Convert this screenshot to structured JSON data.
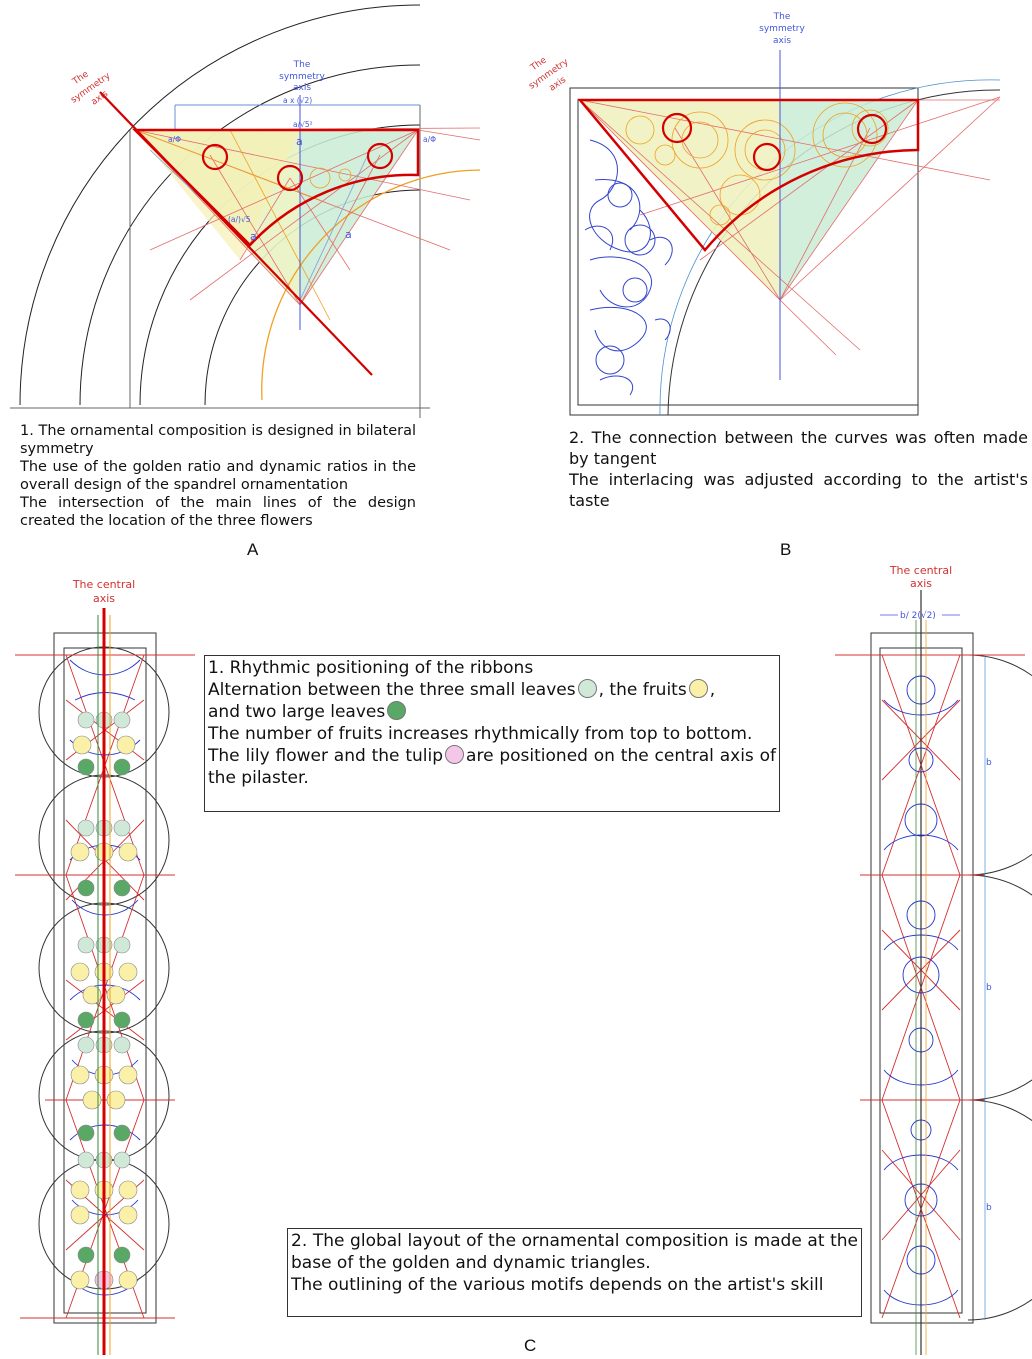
{
  "panel_a": {
    "axis_label": [
      "The",
      "symmetry",
      "axis"
    ],
    "axis_label_left": [
      "The",
      "symmetry",
      "axis"
    ],
    "measure_labels": [
      "a x (√2)",
      "a/√5²",
      "a",
      "a/Φ",
      "a/Φ",
      "a",
      "a",
      "(a/)√5"
    ],
    "caption": [
      "1. The ornamental composition is designed in bilateral symmetry",
      "The use of the golden ratio and dynamic ratios in the overall design of the spandrel ornamentation",
      "The intersection of the main lines of the design created the location of the three flowers"
    ],
    "letter": "A"
  },
  "panel_b": {
    "axis_label_top": [
      "The",
      "symmetry",
      "axis"
    ],
    "axis_label_left": [
      "The",
      "symmetry",
      "axis"
    ],
    "caption": [
      "2. The connection between the curves was often made by tangent",
      "The interlacing was adjusted according to the artist's taste"
    ],
    "letter": "B"
  },
  "panel_c": {
    "left_axis_label": [
      "The central",
      "axis"
    ],
    "right_axis_label": [
      "The central",
      "axis"
    ],
    "right_measure": "b/ 2(√2)",
    "b_labels": [
      "b",
      "b",
      "b"
    ],
    "box1": {
      "title": "1. Rhythmic positioning of the ribbons",
      "line2_a": "Alternation between the three small leaves",
      "line2_b": ", the fruits",
      "line2_c": ",",
      "line3": "and two large leaves",
      "line4": "The number of fruits increases rhythmically from top to bottom.",
      "line5_a": "The lily flower and the tulip",
      "line5_b": "are positioned on the central axis of the pilaster."
    },
    "box2": [
      "2. The global layout of the ornamental composition is made at the base of the golden and dynamic triangles.",
      "The outlining of the various motifs depends on the artist's skill"
    ],
    "letter": "C"
  },
  "colors": {
    "red": "#d40000",
    "blue": "#2233cc",
    "orange": "#f0a020",
    "small_leaf": "#cfe8d8",
    "fruit": "#fbf0a8",
    "large_leaf": "#5aa866",
    "tulip": "#f4c6e8"
  }
}
